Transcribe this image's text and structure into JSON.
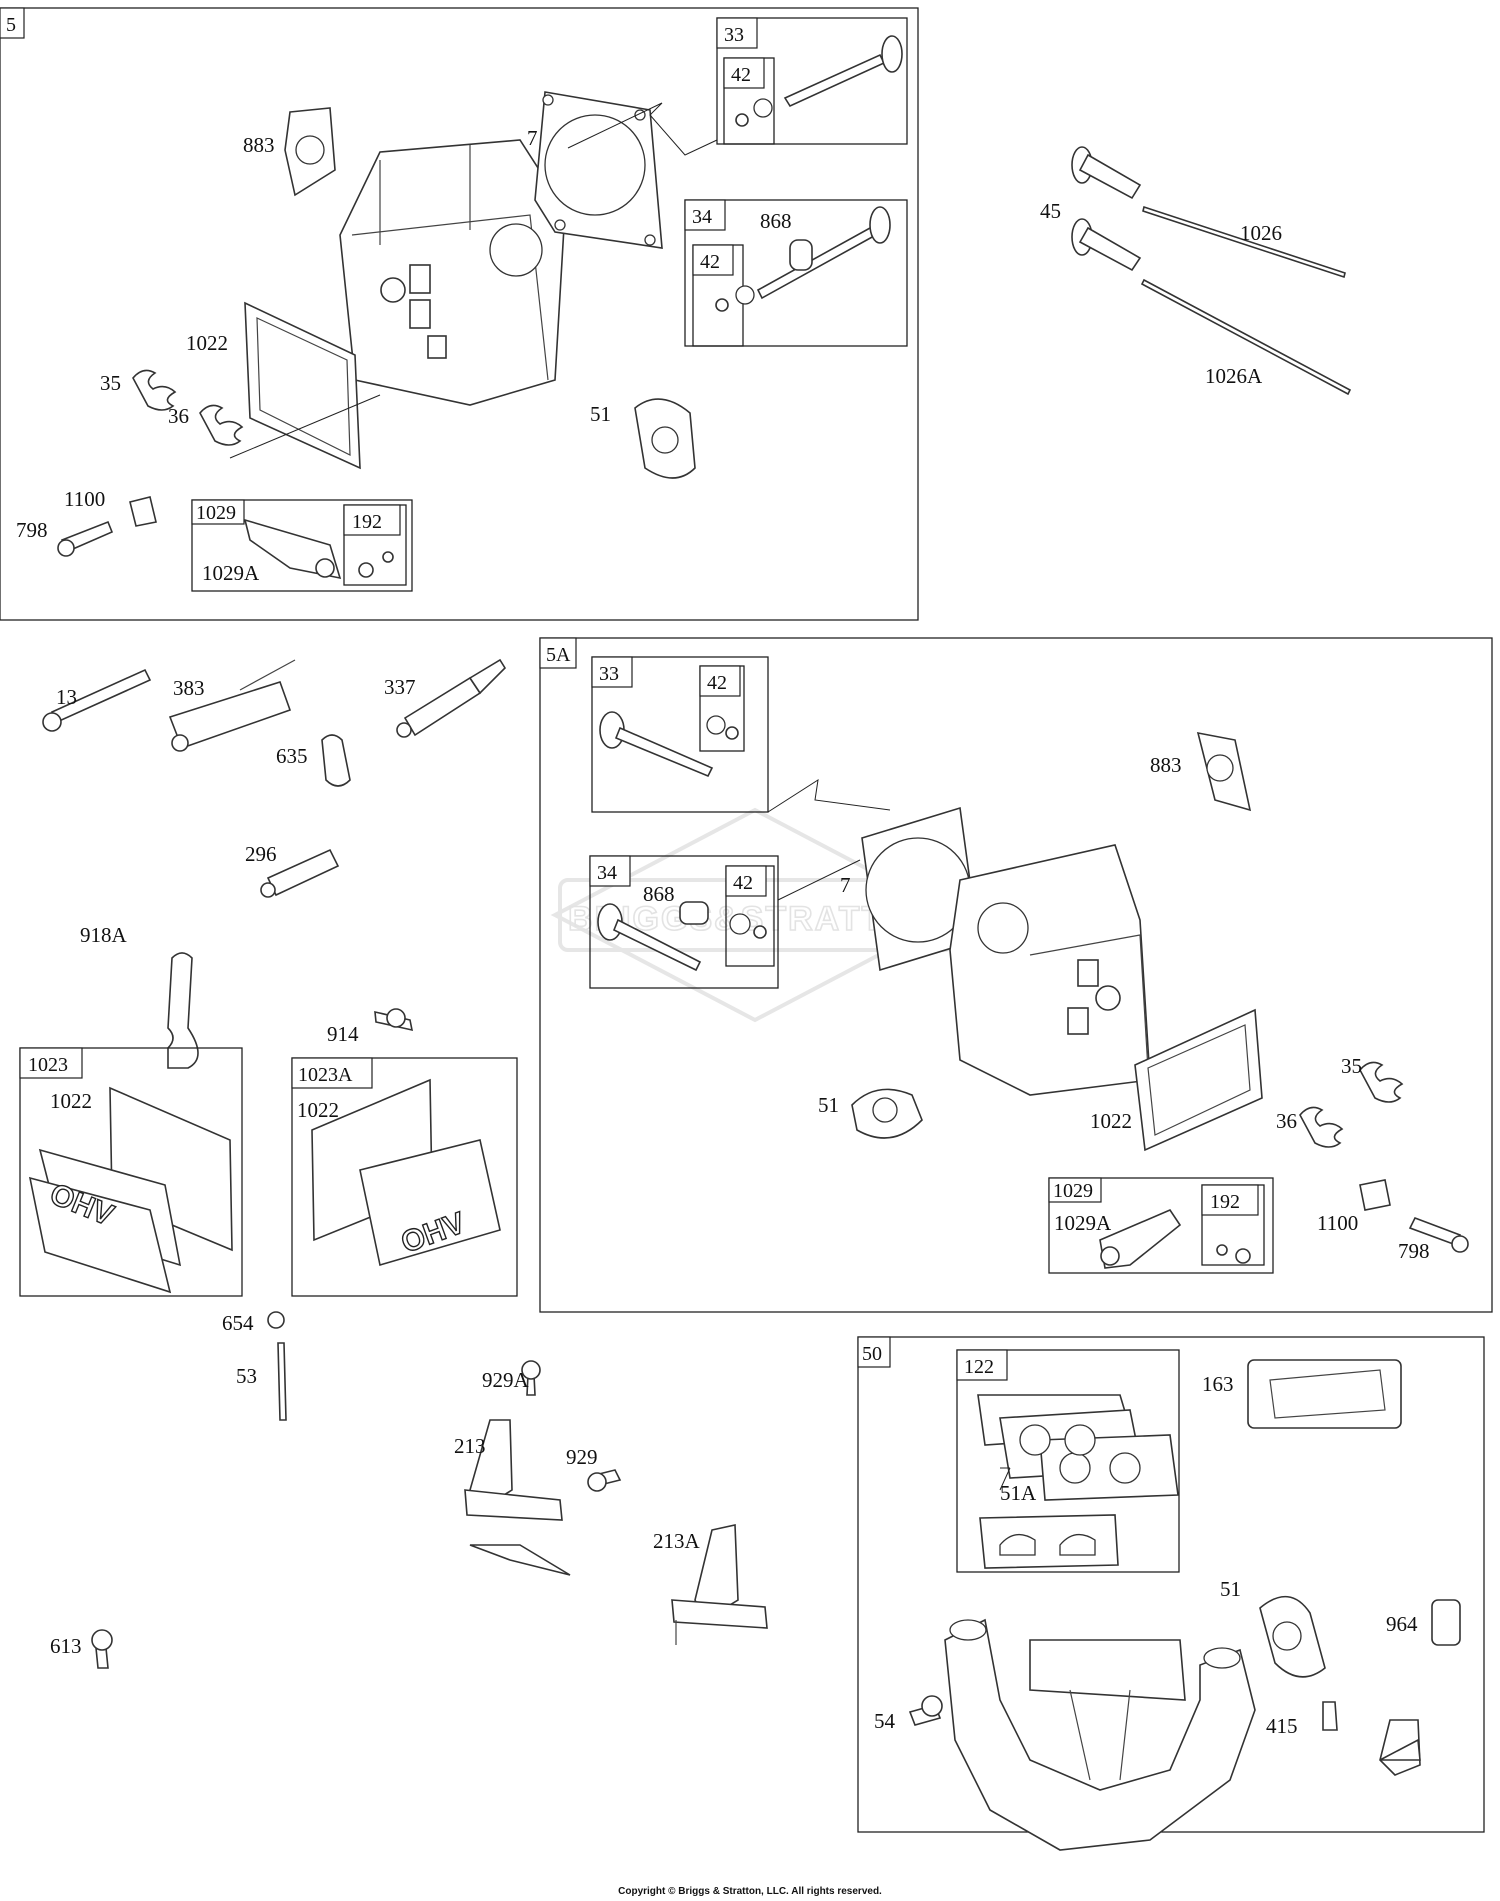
{
  "diagram": {
    "groups": {
      "g5": "5",
      "g5a": "5A",
      "g50": "50"
    },
    "tags": {
      "t33": "33",
      "t42a": "42",
      "t34": "34",
      "t42b": "42",
      "t1029": "1029",
      "t192": "192",
      "t33b": "33",
      "t42c": "42",
      "t34b": "34",
      "t42d": "42",
      "t1029b": "1029",
      "t192b": "192",
      "t1023": "1023",
      "t1023a": "1023A",
      "t122": "122"
    },
    "labels": {
      "l883": "883",
      "l7": "7",
      "l868": "868",
      "l1022": "1022",
      "l35": "35",
      "l36": "36",
      "l51": "51",
      "l1100": "1100",
      "l798": "798",
      "l1029a": "1029A",
      "l45": "45",
      "l1026": "1026",
      "l1026a": "1026A",
      "l13": "13",
      "l383": "383",
      "l337": "337",
      "l635": "635",
      "l296": "296",
      "l918a": "918A",
      "l914": "914",
      "l1022c": "1022",
      "l1022d": "1022",
      "l654": "654",
      "l53": "53",
      "l613": "613",
      "l929a": "929A",
      "l213": "213",
      "l929": "929",
      "l213a": "213A",
      "l883b": "883",
      "l7b": "7",
      "l868b": "868",
      "l51b": "51",
      "l1022b": "1022",
      "l35b": "35",
      "l36b": "36",
      "l1029ab": "1029A",
      "l1100b": "1100",
      "l798b": "798",
      "l163": "163",
      "l51a": "51A",
      "l51c": "51",
      "l964": "964",
      "l54": "54",
      "l415": "415"
    },
    "watermark": "BRIGGS&STRATTON",
    "cover_text": "OHV"
  },
  "footer": {
    "copyright": "Copyright © Briggs & Stratton, LLC. All rights reserved."
  }
}
